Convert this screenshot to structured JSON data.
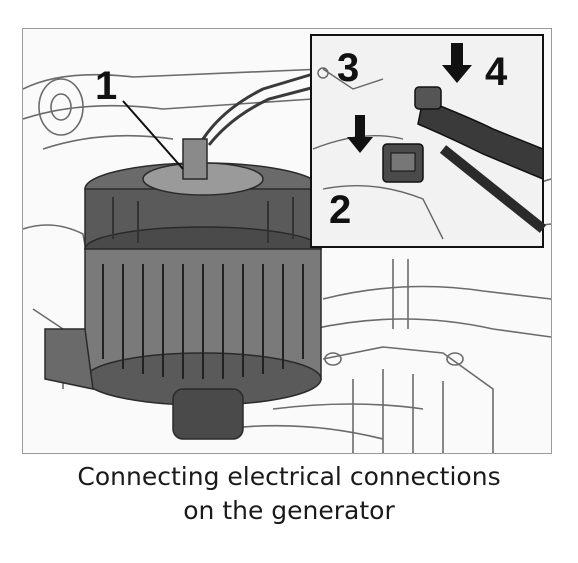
{
  "figure": {
    "callouts": [
      {
        "id": "1",
        "label": "1"
      },
      {
        "id": "2",
        "label": "2"
      },
      {
        "id": "3",
        "label": "3"
      },
      {
        "id": "4",
        "label": "4"
      }
    ]
  },
  "caption": {
    "line1": "Connecting electrical connections",
    "line2": "on the generator"
  },
  "colors": {
    "line_art": "#3a3a3a",
    "housing_dark": "#4a4a4a",
    "housing_mid": "#7a7a7a",
    "housing_light": "#b5b5b5",
    "background": "#ffffff"
  }
}
